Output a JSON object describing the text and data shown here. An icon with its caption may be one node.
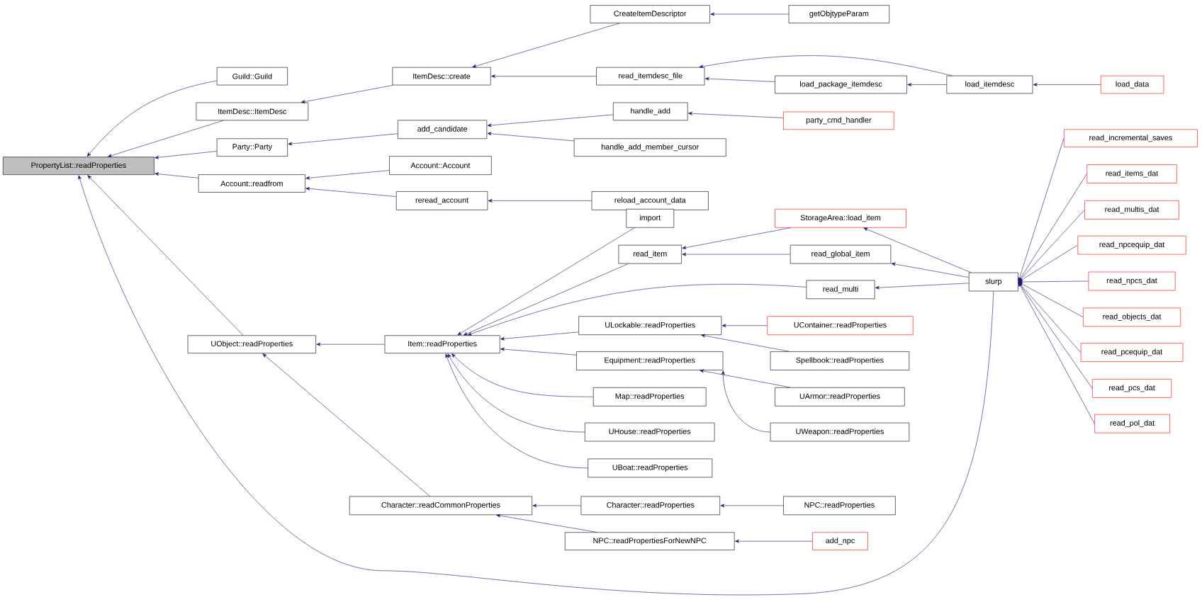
{
  "diagram": {
    "nodes": [
      {
        "text": [
          "PropertyList::readProperties"
        ]
      },
      {
        "text": [
          "Guild::Guild"
        ]
      },
      {
        "text": [
          "ItemDesc::ItemDesc"
        ]
      },
      {
        "text": [
          "Party::Party"
        ]
      },
      {
        "text": [
          "Account::readfrom"
        ]
      },
      {
        "text": [
          "UObject::readProperties"
        ]
      },
      {
        "text": [
          "ItemDesc::create"
        ]
      },
      {
        "text": [
          "add_candidate"
        ]
      },
      {
        "text": [
          "Account::Account"
        ]
      },
      {
        "text": [
          "reread_account"
        ]
      },
      {
        "text": [
          "Item::readProperties"
        ]
      },
      {
        "text": [
          "Character::readCommonProperties"
        ]
      },
      {
        "text": [
          "CreateItemDescriptor"
        ]
      },
      {
        "text": [
          "read_itemdesc_file"
        ]
      },
      {
        "text": [
          "handle_add"
        ]
      },
      {
        "text": [
          "handle_add_member_cursor"
        ]
      },
      {
        "text": [
          "reload_account_data"
        ]
      },
      {
        "text": [
          "import"
        ]
      },
      {
        "text": [
          "read_item"
        ]
      },
      {
        "text": [
          "read_multi"
        ]
      },
      {
        "text": [
          "ULockable::readProperties"
        ]
      },
      {
        "text": [
          "Equipment::readProperties"
        ]
      },
      {
        "text": [
          "Map::readProperties"
        ]
      },
      {
        "text": [
          "UHouse::readProperties"
        ]
      },
      {
        "text": [
          "UBoat::readProperties"
        ]
      },
      {
        "text": [
          "Character::readProperties"
        ]
      },
      {
        "text": [
          "NPC::readPropertiesForNewNPC"
        ]
      },
      {
        "text": [
          "getObjtypeParam"
        ]
      },
      {
        "text": [
          "load_package_itemdesc"
        ]
      },
      {
        "text": [
          "party_cmd_handler"
        ]
      },
      {
        "text": [
          "StorageArea::load_item"
        ]
      },
      {
        "text": [
          "read_global_item"
        ]
      },
      {
        "text": [
          "UContainer::readProperties"
        ]
      },
      {
        "text": [
          "Spellbook::readProperties"
        ]
      },
      {
        "text": [
          "UArmor::readProperties"
        ]
      },
      {
        "text": [
          "UWeapon::readProperties"
        ]
      },
      {
        "text": [
          "NPC::readProperties"
        ]
      },
      {
        "text": [
          "add_npc"
        ]
      },
      {
        "text": [
          "load_itemdesc"
        ]
      },
      {
        "text": [
          "slurp"
        ]
      },
      {
        "text": [
          "load_data"
        ]
      },
      {
        "text": [
          "read_incremental_saves"
        ]
      },
      {
        "text": [
          "read_items_dat"
        ]
      },
      {
        "text": [
          "read_multis_dat"
        ]
      },
      {
        "text": [
          "read_npcequip_dat"
        ]
      },
      {
        "text": [
          "read_npcs_dat"
        ]
      },
      {
        "text": [
          "read_objects_dat"
        ]
      },
      {
        "text": [
          "read_pcequip_dat"
        ]
      },
      {
        "text": [
          "read_pcs_dat"
        ]
      },
      {
        "text": [
          "read_pol_dat"
        ]
      }
    ],
    "edges": [
      {
        "from": 1,
        "to": 0,
        "arrow": "to"
      },
      {
        "from": 2,
        "to": 0,
        "arrow": "to"
      },
      {
        "from": 3,
        "to": 0,
        "arrow": "to"
      },
      {
        "from": 4,
        "to": 0,
        "arrow": "to"
      },
      {
        "from": 5,
        "to": 0,
        "arrow": "to"
      },
      {
        "from": 39,
        "to": 0,
        "arrow": "to"
      },
      {
        "from": 6,
        "to": 2,
        "arrow": "to"
      },
      {
        "from": 7,
        "to": 3,
        "arrow": "to"
      },
      {
        "from": 8,
        "to": 4,
        "arrow": "to"
      },
      {
        "from": 9,
        "to": 4,
        "arrow": "to"
      },
      {
        "from": 10,
        "to": 5,
        "arrow": "to"
      },
      {
        "from": 11,
        "to": 5,
        "arrow": "to"
      },
      {
        "from": 12,
        "to": 6,
        "arrow": "to"
      },
      {
        "from": 13,
        "to": 6,
        "arrow": "to"
      },
      {
        "from": 14,
        "to": 7,
        "arrow": "to"
      },
      {
        "from": 15,
        "to": 7,
        "arrow": "to"
      },
      {
        "from": 16,
        "to": 9,
        "arrow": "to"
      },
      {
        "from": 17,
        "to": 10,
        "arrow": "to"
      },
      {
        "from": 18,
        "to": 10,
        "arrow": "to"
      },
      {
        "from": 19,
        "to": 10,
        "arrow": "to"
      },
      {
        "from": 20,
        "to": 10,
        "arrow": "to"
      },
      {
        "from": 21,
        "to": 10,
        "arrow": "to"
      },
      {
        "from": 22,
        "to": 10,
        "arrow": "to"
      },
      {
        "from": 23,
        "to": 10,
        "arrow": "to"
      },
      {
        "from": 24,
        "to": 10,
        "arrow": "to"
      },
      {
        "from": 25,
        "to": 11,
        "arrow": "to"
      },
      {
        "from": 26,
        "to": 11,
        "arrow": "to"
      },
      {
        "from": 27,
        "to": 12,
        "arrow": "to"
      },
      {
        "from": 38,
        "to": 13,
        "arrow": "to"
      },
      {
        "from": 28,
        "to": 13,
        "arrow": "to"
      },
      {
        "from": 29,
        "to": 14,
        "arrow": "to"
      },
      {
        "from": 30,
        "to": 18,
        "arrow": "to"
      },
      {
        "from": 31,
        "to": 18,
        "arrow": "to"
      },
      {
        "from": 39,
        "to": 19,
        "arrow": "to"
      },
      {
        "from": 32,
        "to": 20,
        "arrow": "to"
      },
      {
        "from": 33,
        "to": 20,
        "arrow": "to"
      },
      {
        "from": 34,
        "to": 21,
        "arrow": "to"
      },
      {
        "from": 35,
        "to": 21,
        "arrow": "to"
      },
      {
        "from": 36,
        "to": 25,
        "arrow": "to"
      },
      {
        "from": 37,
        "to": 26,
        "arrow": "to"
      },
      {
        "from": 38,
        "to": 28,
        "arrow": "to"
      },
      {
        "from": 40,
        "to": 38,
        "arrow": "to"
      },
      {
        "from": 39,
        "to": 30,
        "arrow": "to"
      },
      {
        "from": 39,
        "to": 31,
        "arrow": "to"
      },
      {
        "from": 41,
        "to": 39,
        "arrow": "to"
      },
      {
        "from": 42,
        "to": 39,
        "arrow": "to"
      },
      {
        "from": 43,
        "to": 39,
        "arrow": "to"
      },
      {
        "from": 44,
        "to": 39,
        "arrow": "to"
      },
      {
        "from": 45,
        "to": 39,
        "arrow": "to"
      },
      {
        "from": 46,
        "to": 39,
        "arrow": "to"
      },
      {
        "from": 47,
        "to": 39,
        "arrow": "to"
      },
      {
        "from": 48,
        "to": 39,
        "arrow": "to"
      },
      {
        "from": 49,
        "to": 39,
        "arrow": "to"
      }
    ]
  }
}
